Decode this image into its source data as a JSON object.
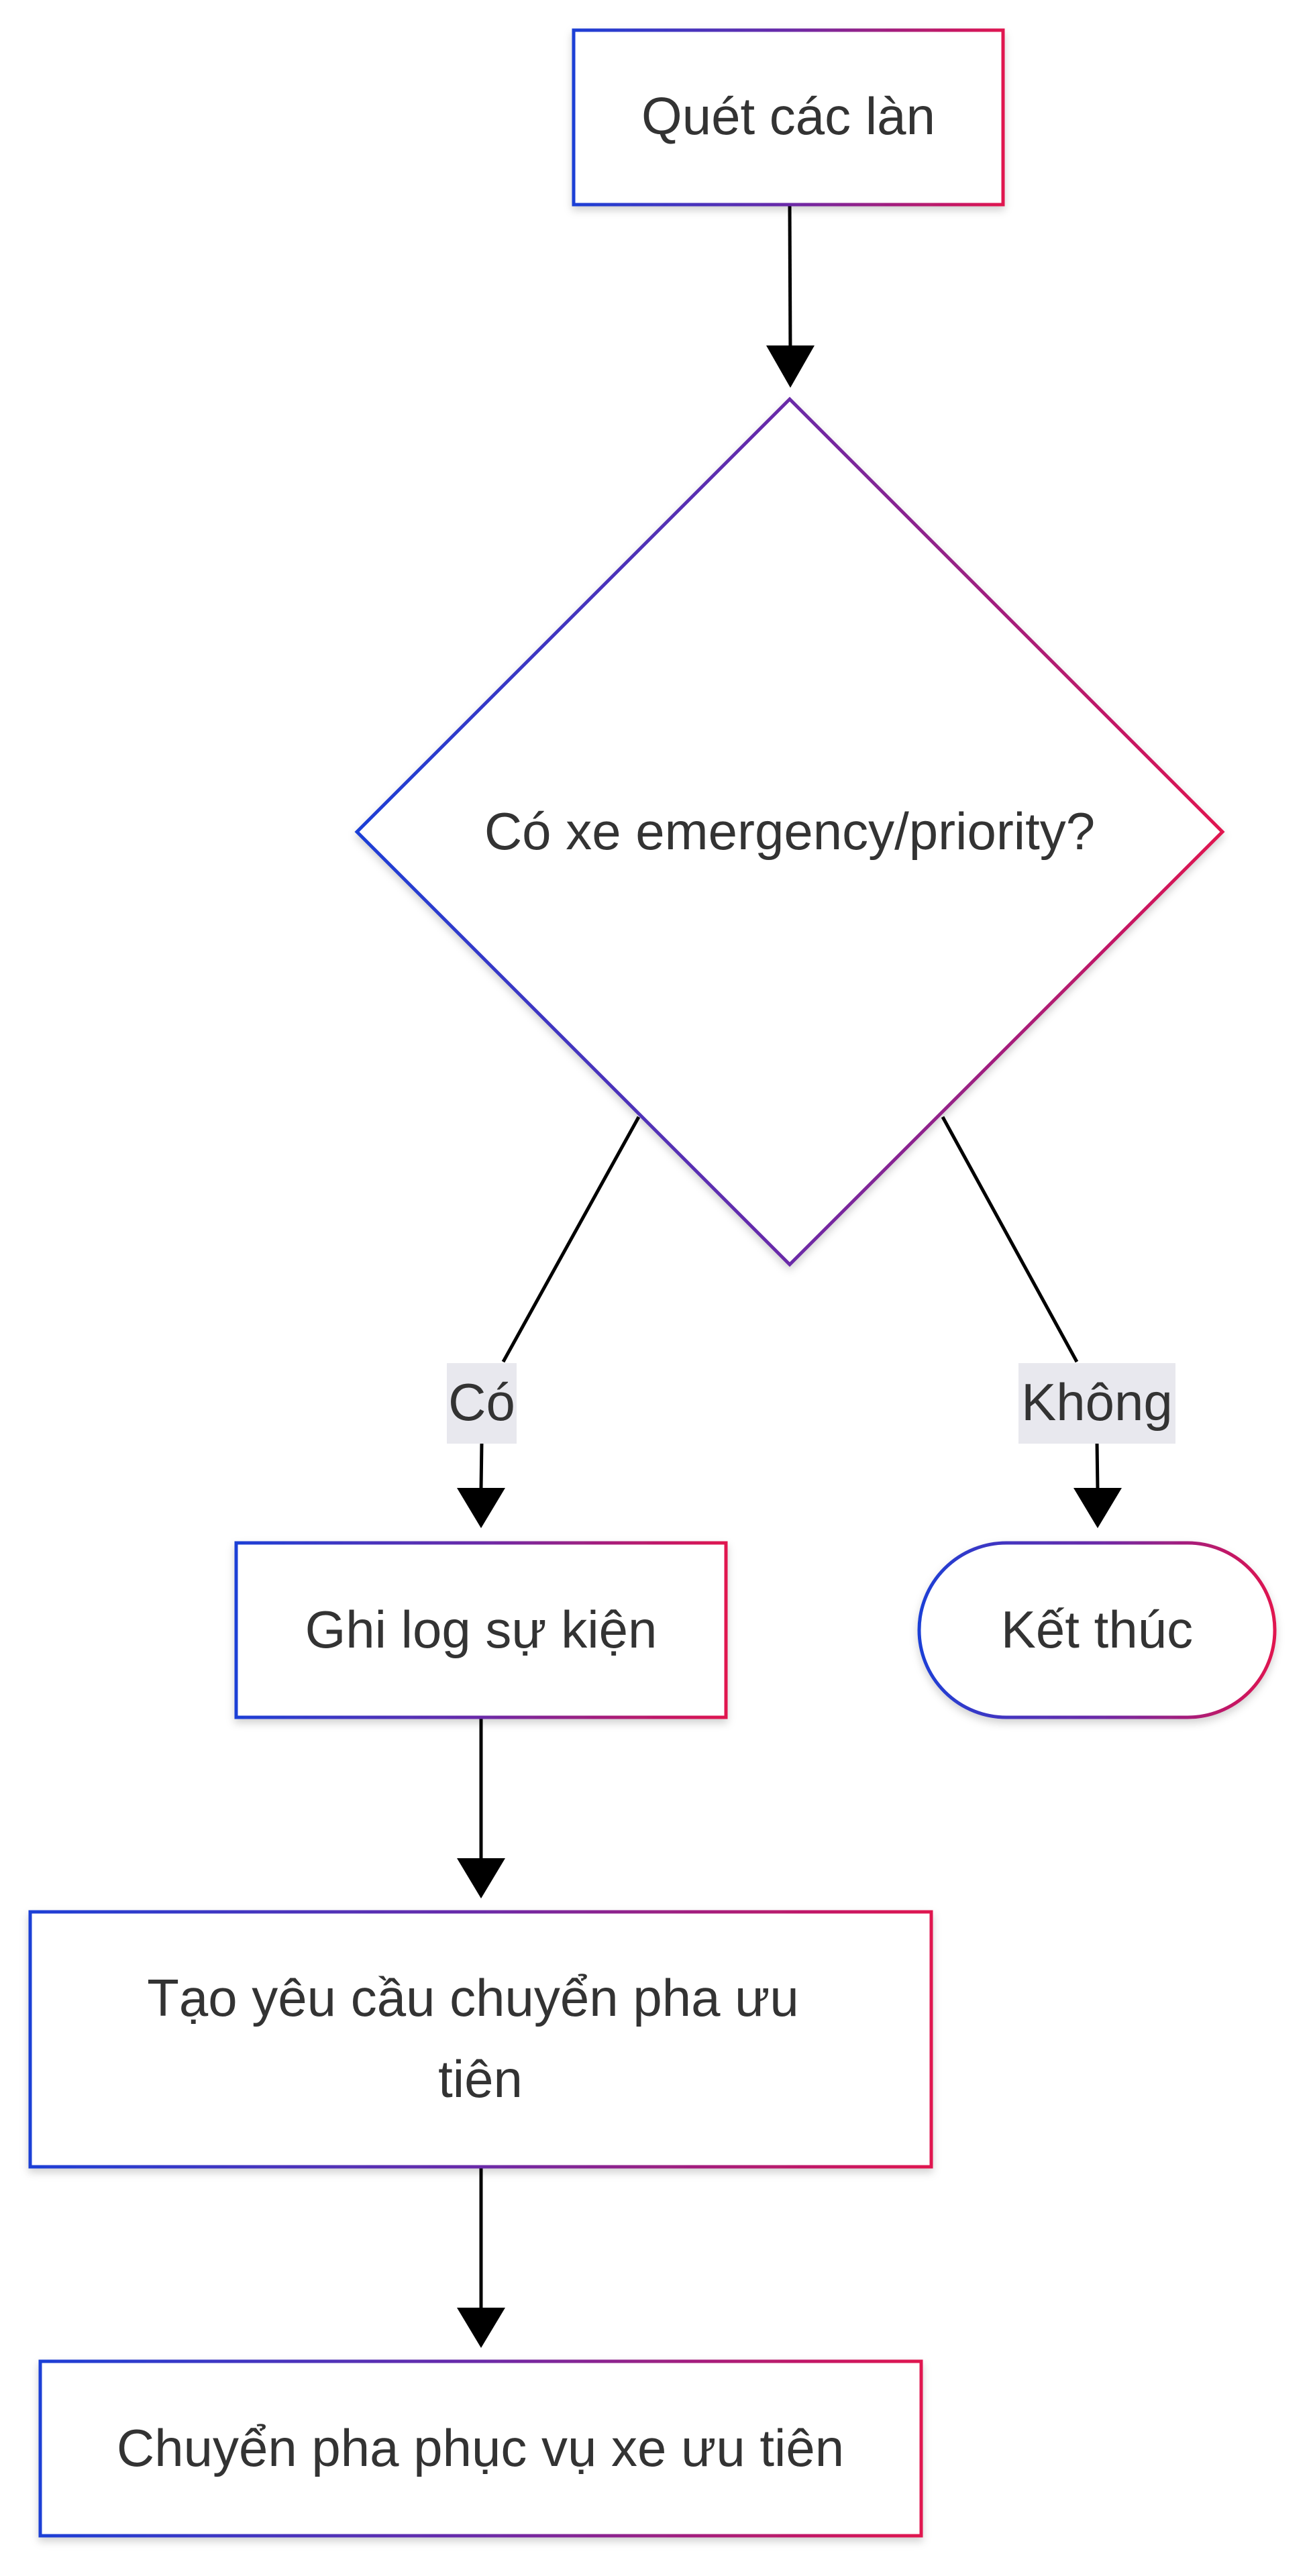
{
  "colors": {
    "gradient_start": "#1d3fd6",
    "gradient_mid": "#6a2aa8",
    "gradient_end": "#e0124f",
    "edge": "#000000",
    "label_bg": "#e8e8ee",
    "text": "#333333"
  },
  "nodes": {
    "scan": "Quét các làn",
    "decision": "Có xe emergency/priority?",
    "log": "Ghi log sự kiện",
    "request_line1": "Tạo yêu cầu chuyển pha ưu",
    "request_line2": "tiên",
    "switch": "Chuyển pha phục vụ xe ưu tiên",
    "end": "Kết thúc"
  },
  "edges": {
    "yes_label": "Có",
    "no_label": "Không"
  }
}
